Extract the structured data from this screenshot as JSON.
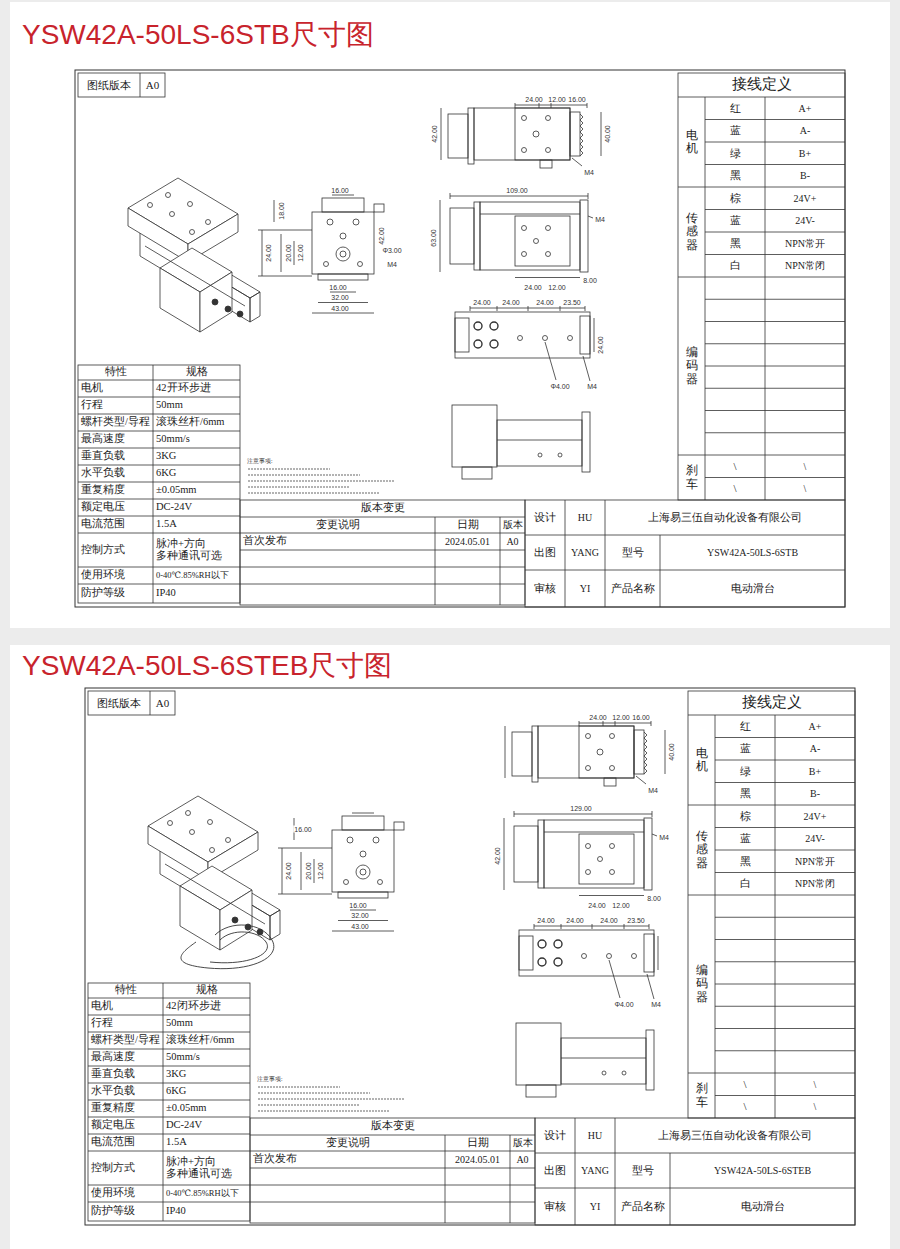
{
  "diagram": {
    "nodes": [
      {
        "text": [
          "YSW42A-50LS-6STB尺寸图"
        ]
      },
      {
        "text": [
          "YSW42A-50LS-6STEB尺寸图"
        ]
      }
    ],
    "labels": [
      "图纸版本",
      "A0",
      "特性",
      "规格",
      "电机",
      "42开环步进",
      "行程",
      "50mm",
      "螺杆类型/导程",
      "滚珠丝杆/6mm",
      "最高速度",
      "50mm/s",
      "垂直负载",
      "3KG",
      "水平负载",
      "6KG",
      "重复精度",
      "±0.05mm",
      "额定电压",
      "DC-24V",
      "电流范围",
      "1.5A",
      "控制方式",
      "脉冲+方向 多种通讯可选",
      "使用环境",
      "0-40℃.85%RH以下",
      "防护等级",
      "IP40",
      "注意事项:",
      "版本变更",
      "变更说明",
      "日期",
      "版本",
      "首次发布",
      "2024.05.01",
      "A0",
      "设计",
      "HU",
      "上海易三伍自动化设备有限公司",
      "出图",
      "YANG",
      "型号",
      "YSW42A-50LS-6STB",
      "审核",
      "YI",
      "产品名称",
      "电动滑台",
      "接线定义",
      "电机",
      "红",
      "A+",
      "蓝",
      "A-",
      "绿",
      "B+",
      "黑",
      "B-",
      "传感器",
      "棕",
      "24V+",
      "蓝",
      "24V-",
      "黑",
      "NPN常开",
      "白",
      "NPN常闭",
      "编码器",
      "刹车",
      "\\",
      "\\",
      "\\",
      "\\",
      "16.00",
      "18.00",
      "42.00",
      "24.00",
      "20.00",
      "12.00",
      "Φ3.00",
      "M4",
      "16.00",
      "32.00",
      "43.00",
      "24.00",
      "12.00",
      "16.00",
      "42.00",
      "40.00",
      "M4",
      "109.00",
      "63.00",
      "M4",
      "24.00",
      "12.00",
      "8.00",
      "24.00",
      "24.00",
      "24.00",
      "23.50",
      "24.00",
      "Φ4.00",
      "M4",
      "图纸版本",
      "A0",
      "特性",
      "规格",
      "电机",
      "42闭环步进",
      "行程",
      "50mm",
      "螺杆类型/导程",
      "滚珠丝杆/6mm",
      "最高速度",
      "50mm/s",
      "垂直负载",
      "3KG",
      "水平负载",
      "6KG",
      "重复精度",
      "±0.05mm",
      "额定电压",
      "DC-24V",
      "电流范围",
      "1.5A",
      "控制方式",
      "脉冲+方向 多种通讯可选",
      "使用环境",
      "0-40℃.85%RH以下",
      "防护等级",
      "IP40",
      "注意事项:",
      "版本变更",
      "变更说明",
      "日期",
      "版本",
      "首次发布",
      "2024.05.01",
      "A0",
      "设计",
      "HU",
      "上海易三伍自动化设备有限公司",
      "出图",
      "YANG",
      "型号",
      "YSW42A-50LS-6STEB",
      "审核",
      "YI",
      "产品名称",
      "电动滑台",
      "接线定义",
      "电机",
      "红",
      "A+",
      "蓝",
      "A-",
      "绿",
      "B+",
      "黑",
      "B-",
      "传感器",
      "棕",
      "24V+",
      "蓝",
      "24V-",
      "黑",
      "NPN常开",
      "白",
      "NPN常闭",
      "编码器",
      "刹车",
      "\\",
      "\\",
      "\\",
      "\\",
      "16.00",
      "24.00",
      "20.00",
      "12.00",
      "16.00",
      "32.00",
      "43.00",
      "24.00",
      "12.00",
      "16.00",
      "40.00",
      "M4",
      "129.00",
      "42.00",
      "M4",
      "24.00",
      "12.00",
      "8.00",
      "24.00",
      "24.00",
      "24.00",
      "23.50",
      "Φ4.00",
      "M4"
    ]
  }
}
